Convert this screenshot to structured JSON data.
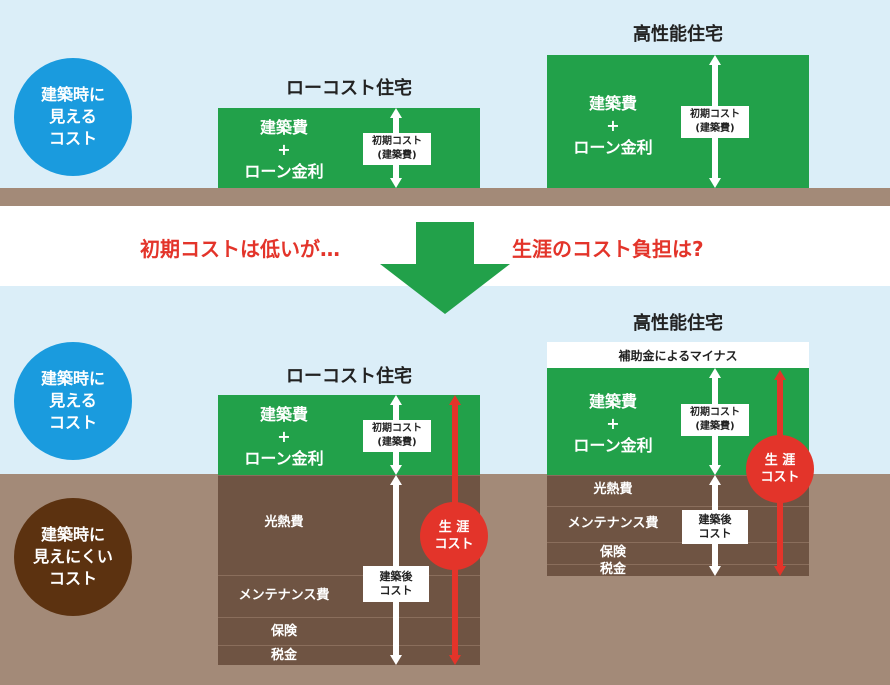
{
  "visible_cost_label": "建築時に\n見える\nコスト",
  "hidden_cost_label": "建築時に\n見えにくい\nコスト",
  "middle": {
    "left_text": "初期コストは低いが…",
    "right_text": "生涯のコスト負担は?"
  },
  "top": {
    "low_cost": {
      "title": "ローコスト住宅",
      "green_text": "建築費\n+\nローン金利",
      "initial_cost_label": "初期コスト\n(建築費)"
    },
    "high_perf": {
      "title": "高性能住宅",
      "green_text": "建築費\n+\nローン金利",
      "initial_cost_label": "初期コスト\n(建築費)"
    }
  },
  "bottom": {
    "low_cost": {
      "title": "ローコスト住宅",
      "green_text": "建築費\n+\nローン金利",
      "initial_cost_label": "初期コスト\n(建築費)",
      "utilities": "光熱費",
      "maintenance": "メンテナンス費",
      "insurance": "保険",
      "tax": "税金",
      "post_cost_label": "建築後\nコスト",
      "lifetime_label": "生 涯\nコスト"
    },
    "high_perf": {
      "title": "高性能住宅",
      "subsidy": "補助金によるマイナス",
      "green_text": "建築費\n+\nローン金利",
      "initial_cost_label": "初期コスト\n(建築費)",
      "utilities": "光熱費",
      "maintenance": "メンテナンス費",
      "insurance": "保険",
      "tax": "税金",
      "post_cost_label": "建築後\nコスト",
      "lifetime_label": "生 涯\nコスト"
    }
  },
  "colors": {
    "sky": "#dbeef8",
    "ground": "#a38a78",
    "green": "#22a14a",
    "blue": "#1a9bde",
    "dark_brown": "#5c3210",
    "red": "#e3342a"
  }
}
